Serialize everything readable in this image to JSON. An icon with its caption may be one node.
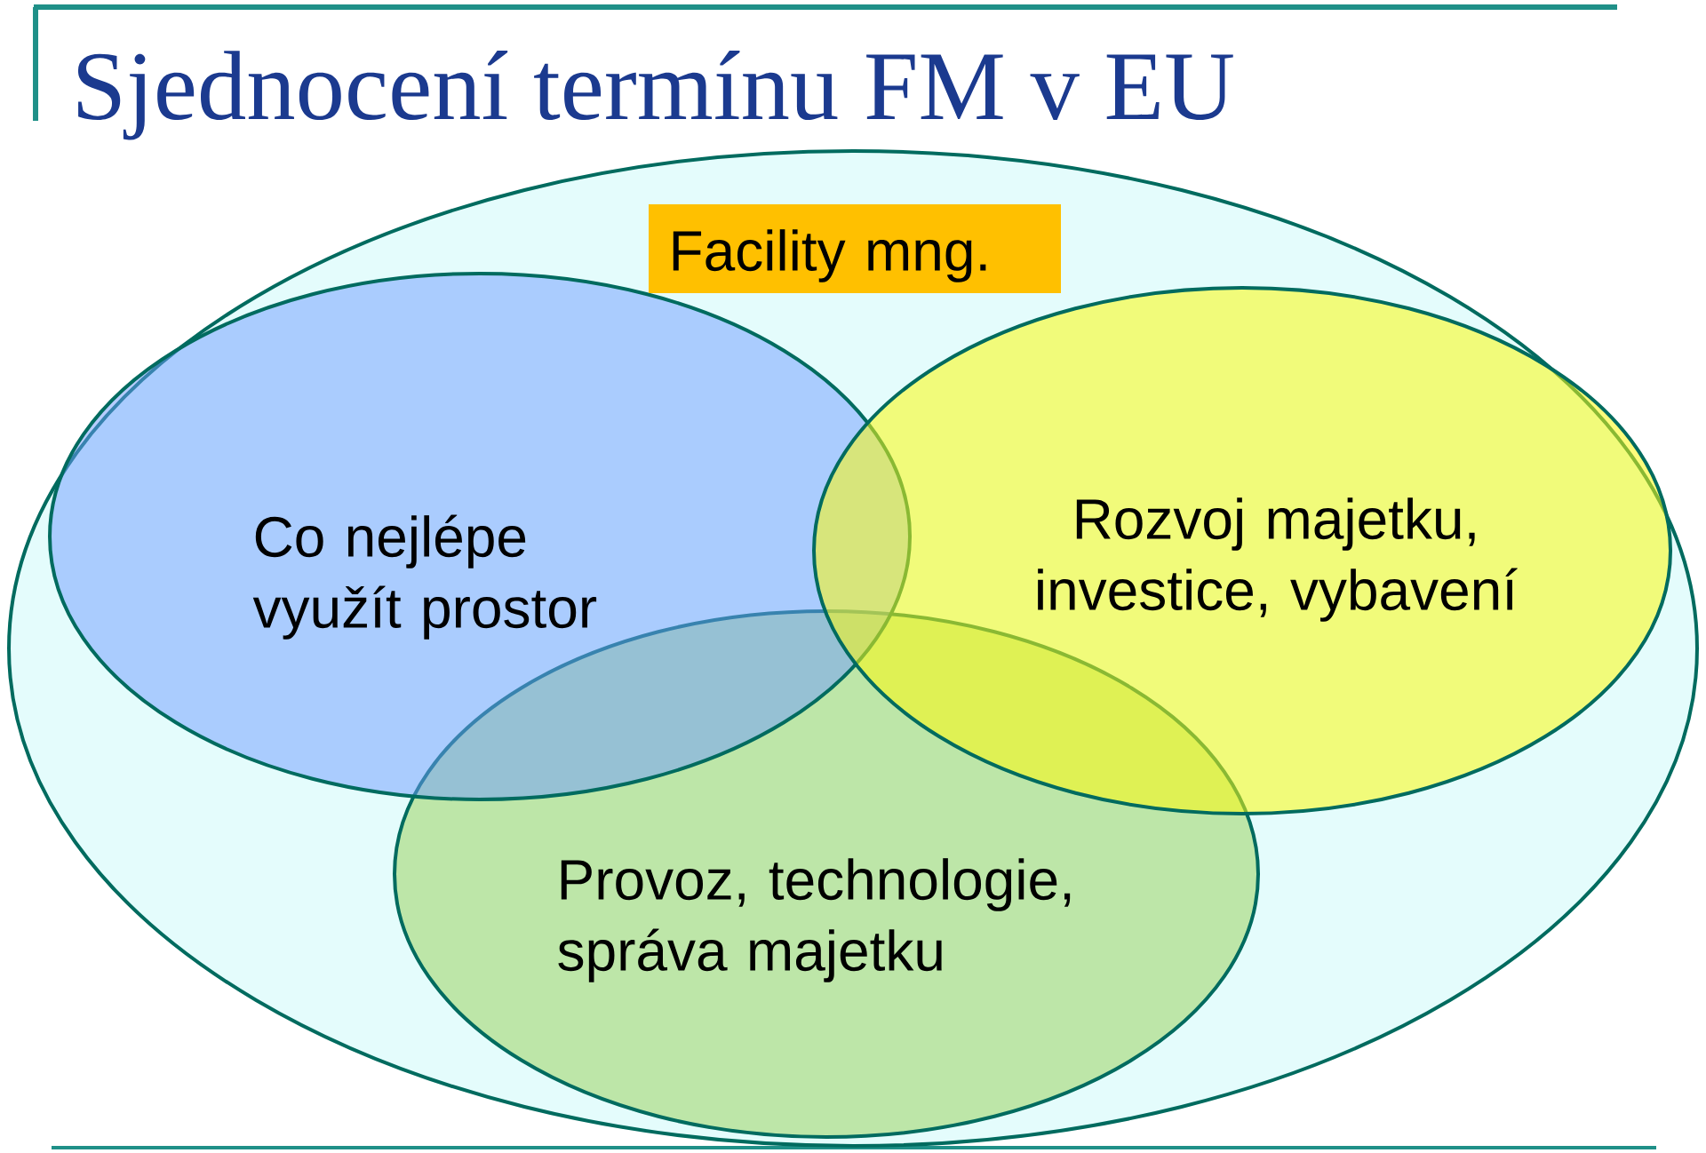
{
  "diagram": {
    "title": "Sjednocení termínu FM v EU",
    "nodes": [
      {
        "text": [],
        "shape": "ellipse"
      },
      {
        "text": [
          "Facility mng."
        ],
        "in": 0
      },
      {
        "text": [
          "Co nejlépe využít prostor"
        ],
        "in": 0
      },
      {
        "text": [
          "Rozvoj majetku, investice, vybavení"
        ],
        "in": 0
      },
      {
        "text": [
          "Provoz, technologie, správa majetku"
        ],
        "in": 0
      }
    ]
  }
}
